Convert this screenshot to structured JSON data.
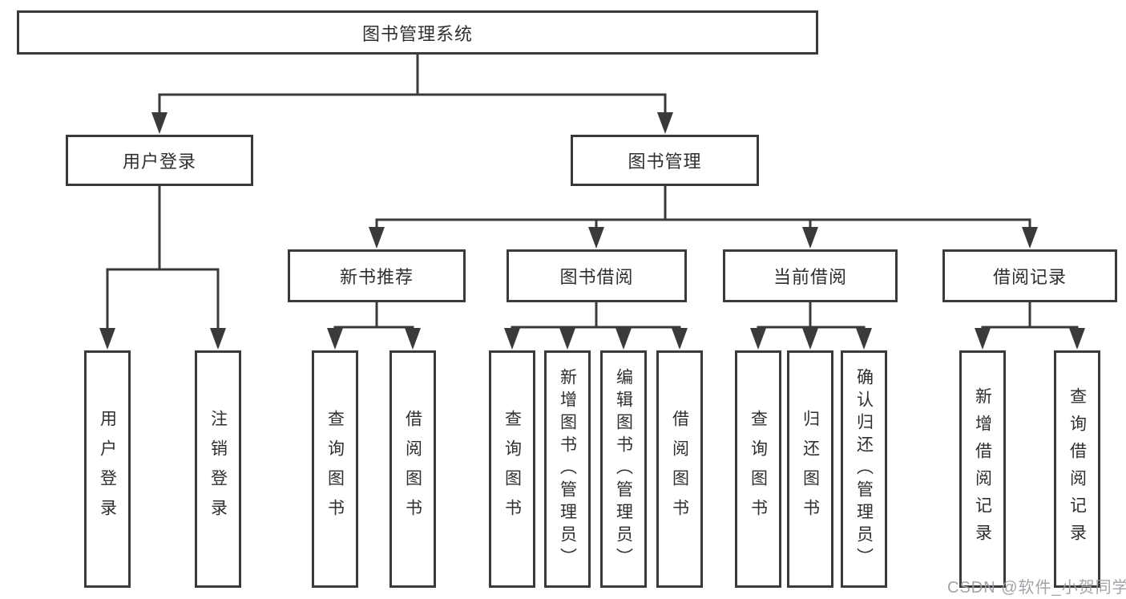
{
  "diagram": {
    "root_label": "图书管理系统",
    "level2": [
      "用户登录",
      "图书管理"
    ],
    "level3": [
      "新书推荐",
      "图书借阅",
      "当前借阅",
      "借阅记录"
    ],
    "leaves": {
      "user_login": [
        "用户登录",
        "注销登录"
      ],
      "new_book": [
        "查询图书",
        "借阅图书"
      ],
      "book_borrow": [
        "查询图书",
        "新增图书（管理员）",
        "编辑图书（管理员）",
        "借阅图书"
      ],
      "current_borrow": [
        "查询图书",
        "归还图书",
        "确认归还（管理员）"
      ],
      "borrow_record": [
        "新增借阅记录",
        "查询借阅记录"
      ]
    },
    "watermark": "CSDN @软件_小贺同学",
    "colors": {
      "line": "#3a3a3a",
      "box_border": "#3a3a3a",
      "text": "#2f2f2f",
      "watermark": "#9e9ea4",
      "background": "#ffffff"
    }
  }
}
